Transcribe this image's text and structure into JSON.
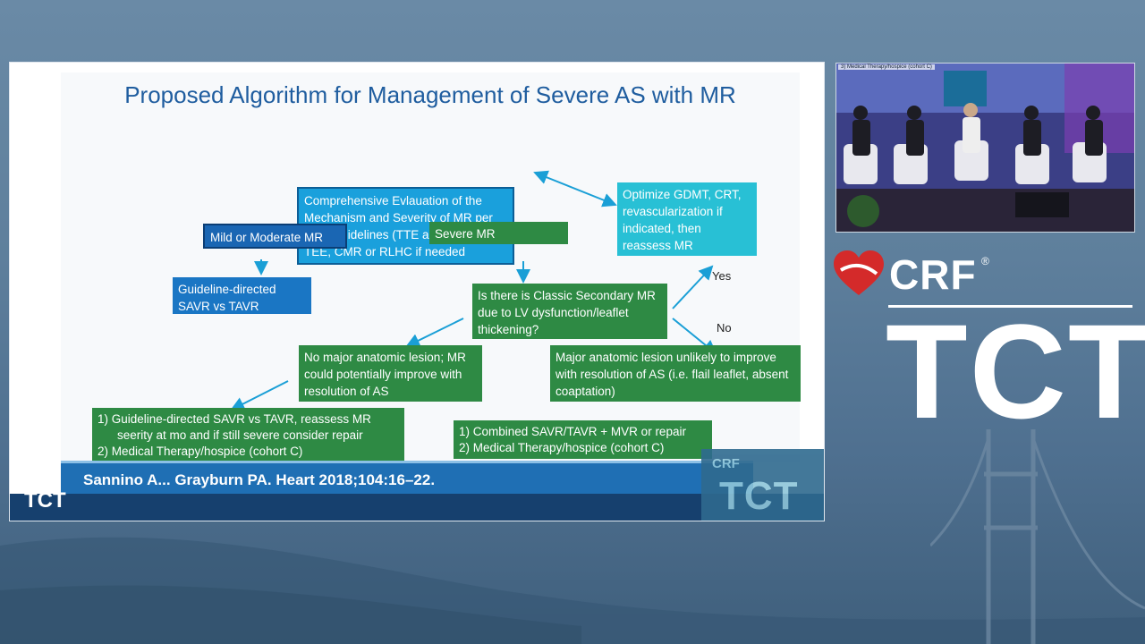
{
  "slide": {
    "title": "Proposed Algorithm for Management of Severe AS with MR",
    "nodes": {
      "evaluation": "Comprehensive Evlauation of the Mechanism and Severity of MR per ASE Guidelines (TTE anc consider TEE, CMR or RLHC if needed",
      "mild_moderate": "Mild or Moderate MR",
      "severe": "Severe MR",
      "optimize": "Optimize GDMT, CRT, revascularization if indicated, then reassess MR",
      "guideline_savr": "Guideline-directed SAVR vs TAVR",
      "question": "Is there is Classic Secondary MR due to LV dysfunction/leaflet thickening?",
      "no_major_lesion": "No major anatomic lesion; MR could potentially improve with resolution of AS",
      "major_lesion": "Major anatomic lesion unlikely to improve with resolution of AS (i.e. flail leaflet, absent coaptation)",
      "left_outcome_1": "1)   Guideline-directed SAVR vs TAVR, reassess MR",
      "left_outcome_1b": "seerity at  mo and if still severe consider repair",
      "left_outcome_2": "2)   Medical Therapy/hospice (cohort C)",
      "right_outcome_1": "1)   Combined SAVR/TAVR + MVR or repair",
      "right_outcome_2": "2)   Medical Therapy/hospice (cohort C)"
    },
    "edge_labels": {
      "yes": "Yes",
      "no": "No"
    },
    "citation": "Sannino A... Grayburn PA. Heart 2018;104:16–22."
  },
  "watermark": {
    "crf": "CRF",
    "tct": "TCT"
  },
  "corner_logo": {
    "crf": "CRF",
    "tct": "TCT"
  },
  "video": {
    "caption": "3)  Medical Therapy/hospice (cohort C)"
  },
  "brand": {
    "crf": "CRF",
    "registered": "®",
    "tct": "TCT"
  },
  "colors": {
    "green": "#2e8a44",
    "blue": "#1a76c4",
    "bright_blue": "#1aa0dc",
    "teal": "#28c0d5",
    "title_blue": "#1f5d9f",
    "arrow": "#1a9fd6",
    "brand_red": "#d42a2a"
  }
}
